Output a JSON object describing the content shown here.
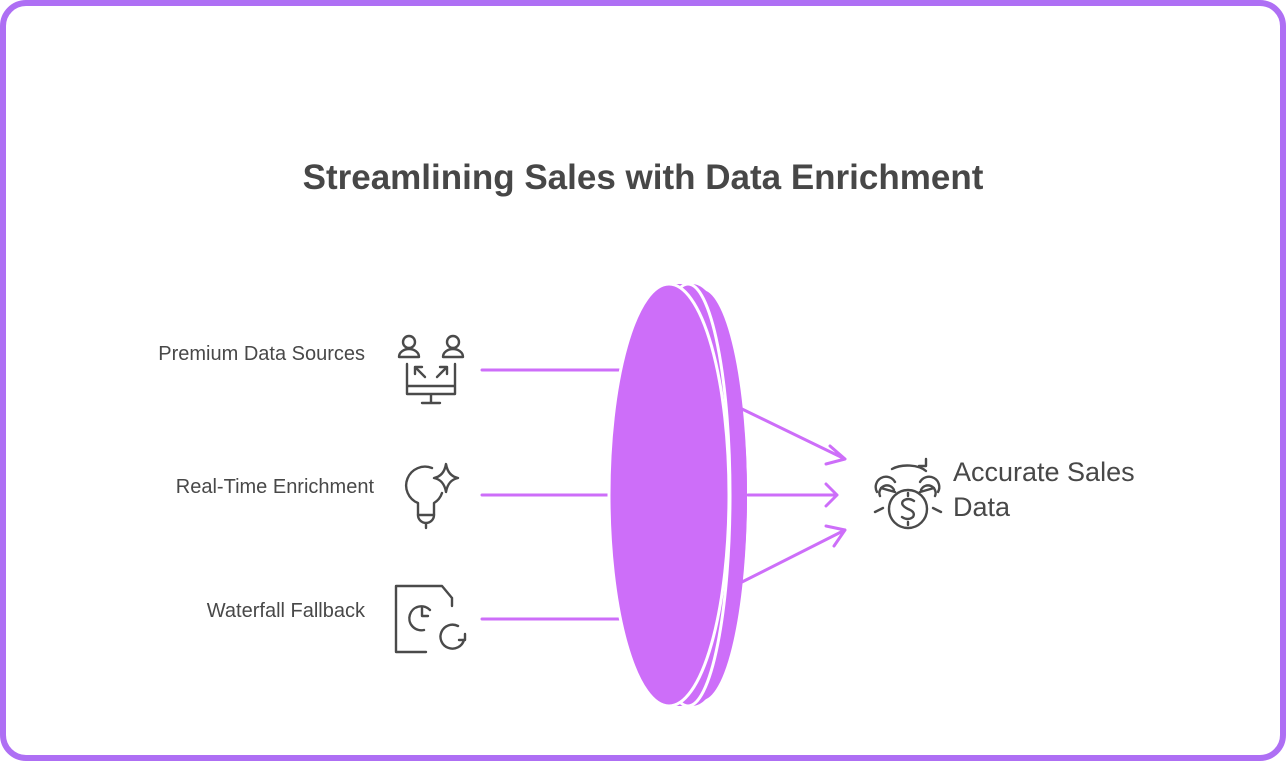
{
  "title": "Streamlining Sales with Data Enrichment",
  "inputs": [
    {
      "label": "Premium Data Sources",
      "icon": "users-monitor-icon"
    },
    {
      "label": "Real-Time Enrichment",
      "icon": "lightbulb-sparkle-icon"
    },
    {
      "label": "Waterfall Fallback",
      "icon": "document-clock-refresh-icon"
    }
  ],
  "output": {
    "label": "Accurate Sales Data",
    "icon": "coins-dollar-cycle-icon"
  },
  "colors": {
    "accent": "#cd6ef9",
    "border": "#ae6ff4",
    "text": "#484848"
  }
}
